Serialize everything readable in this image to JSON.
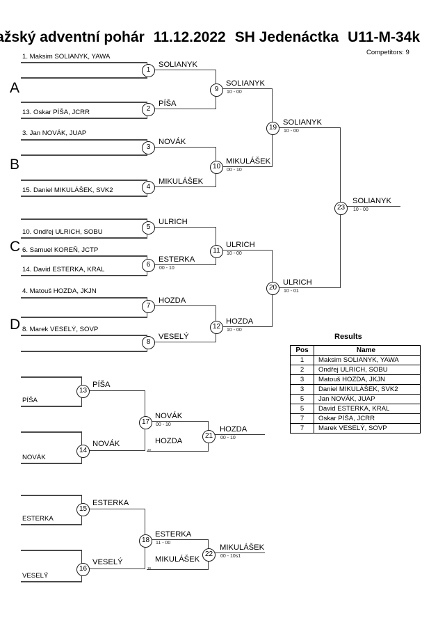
{
  "header": {
    "title_parts": [
      "ražský adventní pohár",
      "11.12.2022",
      "SH Jedenáctka",
      "U11-M-34k"
    ],
    "competitors": "Competitors: 9"
  },
  "groups": [
    {
      "letter": "A"
    },
    {
      "letter": "B"
    },
    {
      "letter": "C"
    },
    {
      "letter": "D"
    }
  ],
  "entrants": [
    {
      "label": "1. Maksim SOLIANYK, YAWA"
    },
    {
      "label": "13. Oskar PÍŠA, JCRR"
    },
    {
      "label": "3. Jan NOVÁK, JUAP"
    },
    {
      "label": "15. Daniel MIKULÁŠEK, SVK2"
    },
    {
      "label": "10. Ondřej ULRICH, SOBU"
    },
    {
      "label": "6. Samuel KOREŇ, JCTP"
    },
    {
      "label": "14. David ESTERKA, KRAL"
    },
    {
      "label": "4. Matouš HOZDA, JKJN"
    },
    {
      "label": "8. Marek VESELÝ, SOVP"
    }
  ],
  "matches": [
    {
      "num": "1",
      "winner": "SOLIANYK",
      "score": ""
    },
    {
      "num": "2",
      "winner": "PÍŠA",
      "score": ""
    },
    {
      "num": "3",
      "winner": "NOVÁK",
      "score": ""
    },
    {
      "num": "4",
      "winner": "MIKULÁŠEK",
      "score": ""
    },
    {
      "num": "5",
      "winner": "ULRICH",
      "score": ""
    },
    {
      "num": "6",
      "winner": "ESTERKA",
      "score": "00 - 10"
    },
    {
      "num": "7",
      "winner": "HOZDA",
      "score": ""
    },
    {
      "num": "8",
      "winner": "VESELÝ",
      "score": ""
    },
    {
      "num": "9",
      "winner": "SOLIANYK",
      "score": "10 - 00"
    },
    {
      "num": "10",
      "winner": "MIKULÁŠEK",
      "score": "00 - 10"
    },
    {
      "num": "11",
      "winner": "ULRICH",
      "score": "10 - 00"
    },
    {
      "num": "12",
      "winner": "HOZDA",
      "score": "10 - 00"
    },
    {
      "num": "13",
      "winner": "PÍŠA",
      "score": ""
    },
    {
      "num": "14",
      "winner": "NOVÁK",
      "score": ""
    },
    {
      "num": "15",
      "winner": "ESTERKA",
      "score": ""
    },
    {
      "num": "16",
      "winner": "VESELÝ",
      "score": ""
    },
    {
      "num": "17",
      "winner": "NOVÁK",
      "score": "00 - 10"
    },
    {
      "num": "18",
      "winner": "ESTERKA",
      "score": "11 - 00"
    },
    {
      "num": "19",
      "winner": "SOLIANYK",
      "score": "10 - 00"
    },
    {
      "num": "20",
      "winner": "ULRICH",
      "score": "10 - 01"
    },
    {
      "num": "21",
      "winner": "HOZDA",
      "score": "00 - 10"
    },
    {
      "num": "22",
      "winner": "MIKULÁŠEK",
      "score": "00 - 10s1"
    },
    {
      "num": "23",
      "winner": "SOLIANYK",
      "score": "10 - 00"
    }
  ],
  "feeders": [
    {
      "label": "PÍŠA"
    },
    {
      "label": "NOVÁK"
    },
    {
      "label": "ESTERKA"
    },
    {
      "label": "VESELÝ"
    },
    {
      "label": "HOZDA"
    },
    {
      "label": "MIKULÁŠEK"
    }
  ],
  "feeder_refs": [
    {
      "label": "20"
    },
    {
      "label": "19"
    }
  ],
  "results": {
    "title": "Results",
    "columns": [
      "Pos",
      "Name"
    ],
    "rows": [
      {
        "pos": "1",
        "name": "Maksim SOLIANYK, YAWA"
      },
      {
        "pos": "2",
        "name": "Ondřej ULRICH, SOBU"
      },
      {
        "pos": "3",
        "name": "Matouš HOZDA, JKJN"
      },
      {
        "pos": "3",
        "name": "Daniel MIKULÁŠEK, SVK2"
      },
      {
        "pos": "5",
        "name": "Jan NOVÁK, JUAP"
      },
      {
        "pos": "5",
        "name": "David ESTERKA, KRAL"
      },
      {
        "pos": "7",
        "name": "Oskar PÍŠA, JCRR"
      },
      {
        "pos": "7",
        "name": "Marek VESELÝ, SOVP"
      }
    ]
  }
}
